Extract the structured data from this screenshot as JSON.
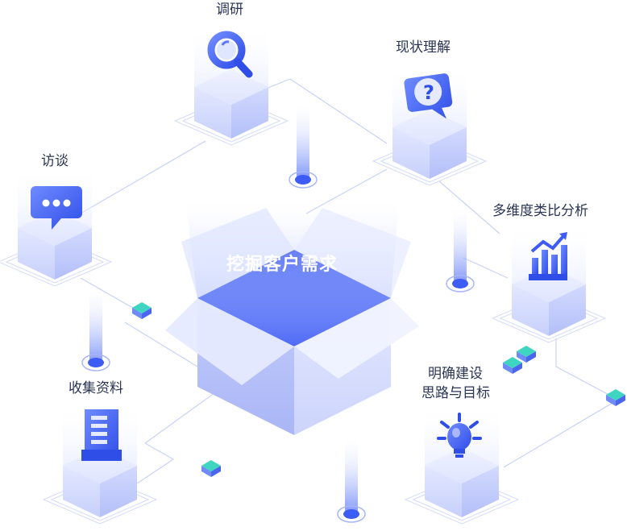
{
  "center": {
    "title": "挖掘客户需求"
  },
  "nodes": [
    {
      "id": "research",
      "label": "调研",
      "icon": "magnifier-icon"
    },
    {
      "id": "status",
      "label": "现状理解",
      "icon": "question-bubble-icon"
    },
    {
      "id": "interview",
      "label": "访谈",
      "icon": "chat-bubble-icon"
    },
    {
      "id": "analysis",
      "label": "多维度类比分析",
      "icon": "bar-chart-growth-icon"
    },
    {
      "id": "collect",
      "label": "收集资料",
      "icon": "document-stack-icon"
    },
    {
      "id": "goals",
      "label": "明确建设\n思路与目标",
      "label_lines": [
        "明确建设",
        "思路与目标"
      ],
      "icon": "lightbulb-icon"
    }
  ],
  "colors": {
    "primary": "#3d5cf5",
    "light": "#dfe5ff",
    "line": "#c9d2f7",
    "text": "#2a3554",
    "teal": "#3ed6c0"
  }
}
